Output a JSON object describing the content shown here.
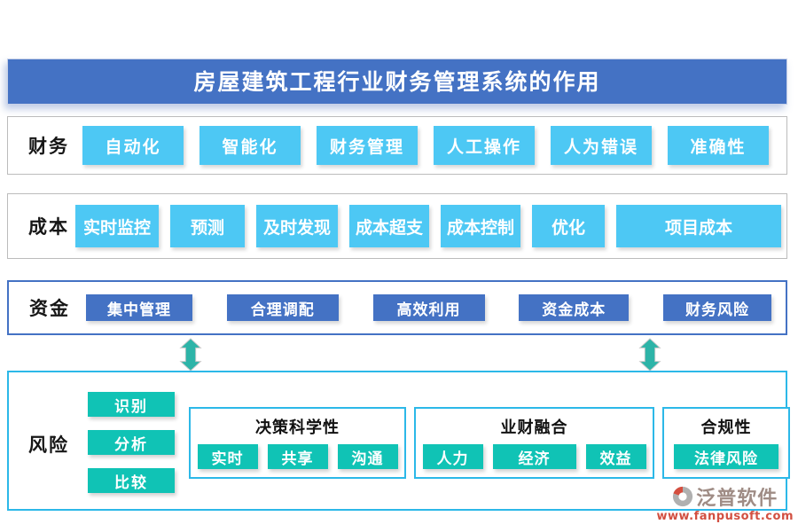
{
  "title": "房屋建筑工程行业财务管理系统的作用",
  "rows": [
    {
      "label": "财务",
      "buttons": [
        "自动化",
        "智能化",
        "财务管理",
        "人工操作",
        "人为错误",
        "准确性"
      ]
    },
    {
      "label": "成本",
      "buttons": [
        "实时监控",
        "预测",
        "及时发现",
        "成本超支",
        "成本控制",
        "优化",
        "项目成本"
      ]
    },
    {
      "label": "资金",
      "buttons": [
        "集中管理",
        "合理调配",
        "高效利用",
        "资金成本",
        "财务风险"
      ]
    }
  ],
  "risk": {
    "label": "风险",
    "buttons": [
      "识别",
      "分析",
      "比较"
    ],
    "groups": [
      {
        "title": "决策科学性",
        "buttons": [
          "实时",
          "共享",
          "沟通"
        ]
      },
      {
        "title": "业财融合",
        "buttons": [
          "人力",
          "经济",
          "效益"
        ]
      },
      {
        "title": "合规性",
        "buttons": [
          "法律风险"
        ]
      }
    ]
  },
  "watermark": {
    "brand": "泛普软件",
    "url": "www.fanpusoft.com"
  },
  "colors": {
    "title_bg": "#4472c4",
    "sky_button": "#4dc8f4",
    "blue_button": "#4472c4",
    "teal_button": "#10c3b5",
    "gray_border": "#bcbcbc",
    "blue_border": "#4472c4",
    "cyan_border": "#2cb8e8",
    "arrow": "#2db4a8",
    "watermark_brand": "#97837b",
    "watermark_url": "#cf4231"
  }
}
